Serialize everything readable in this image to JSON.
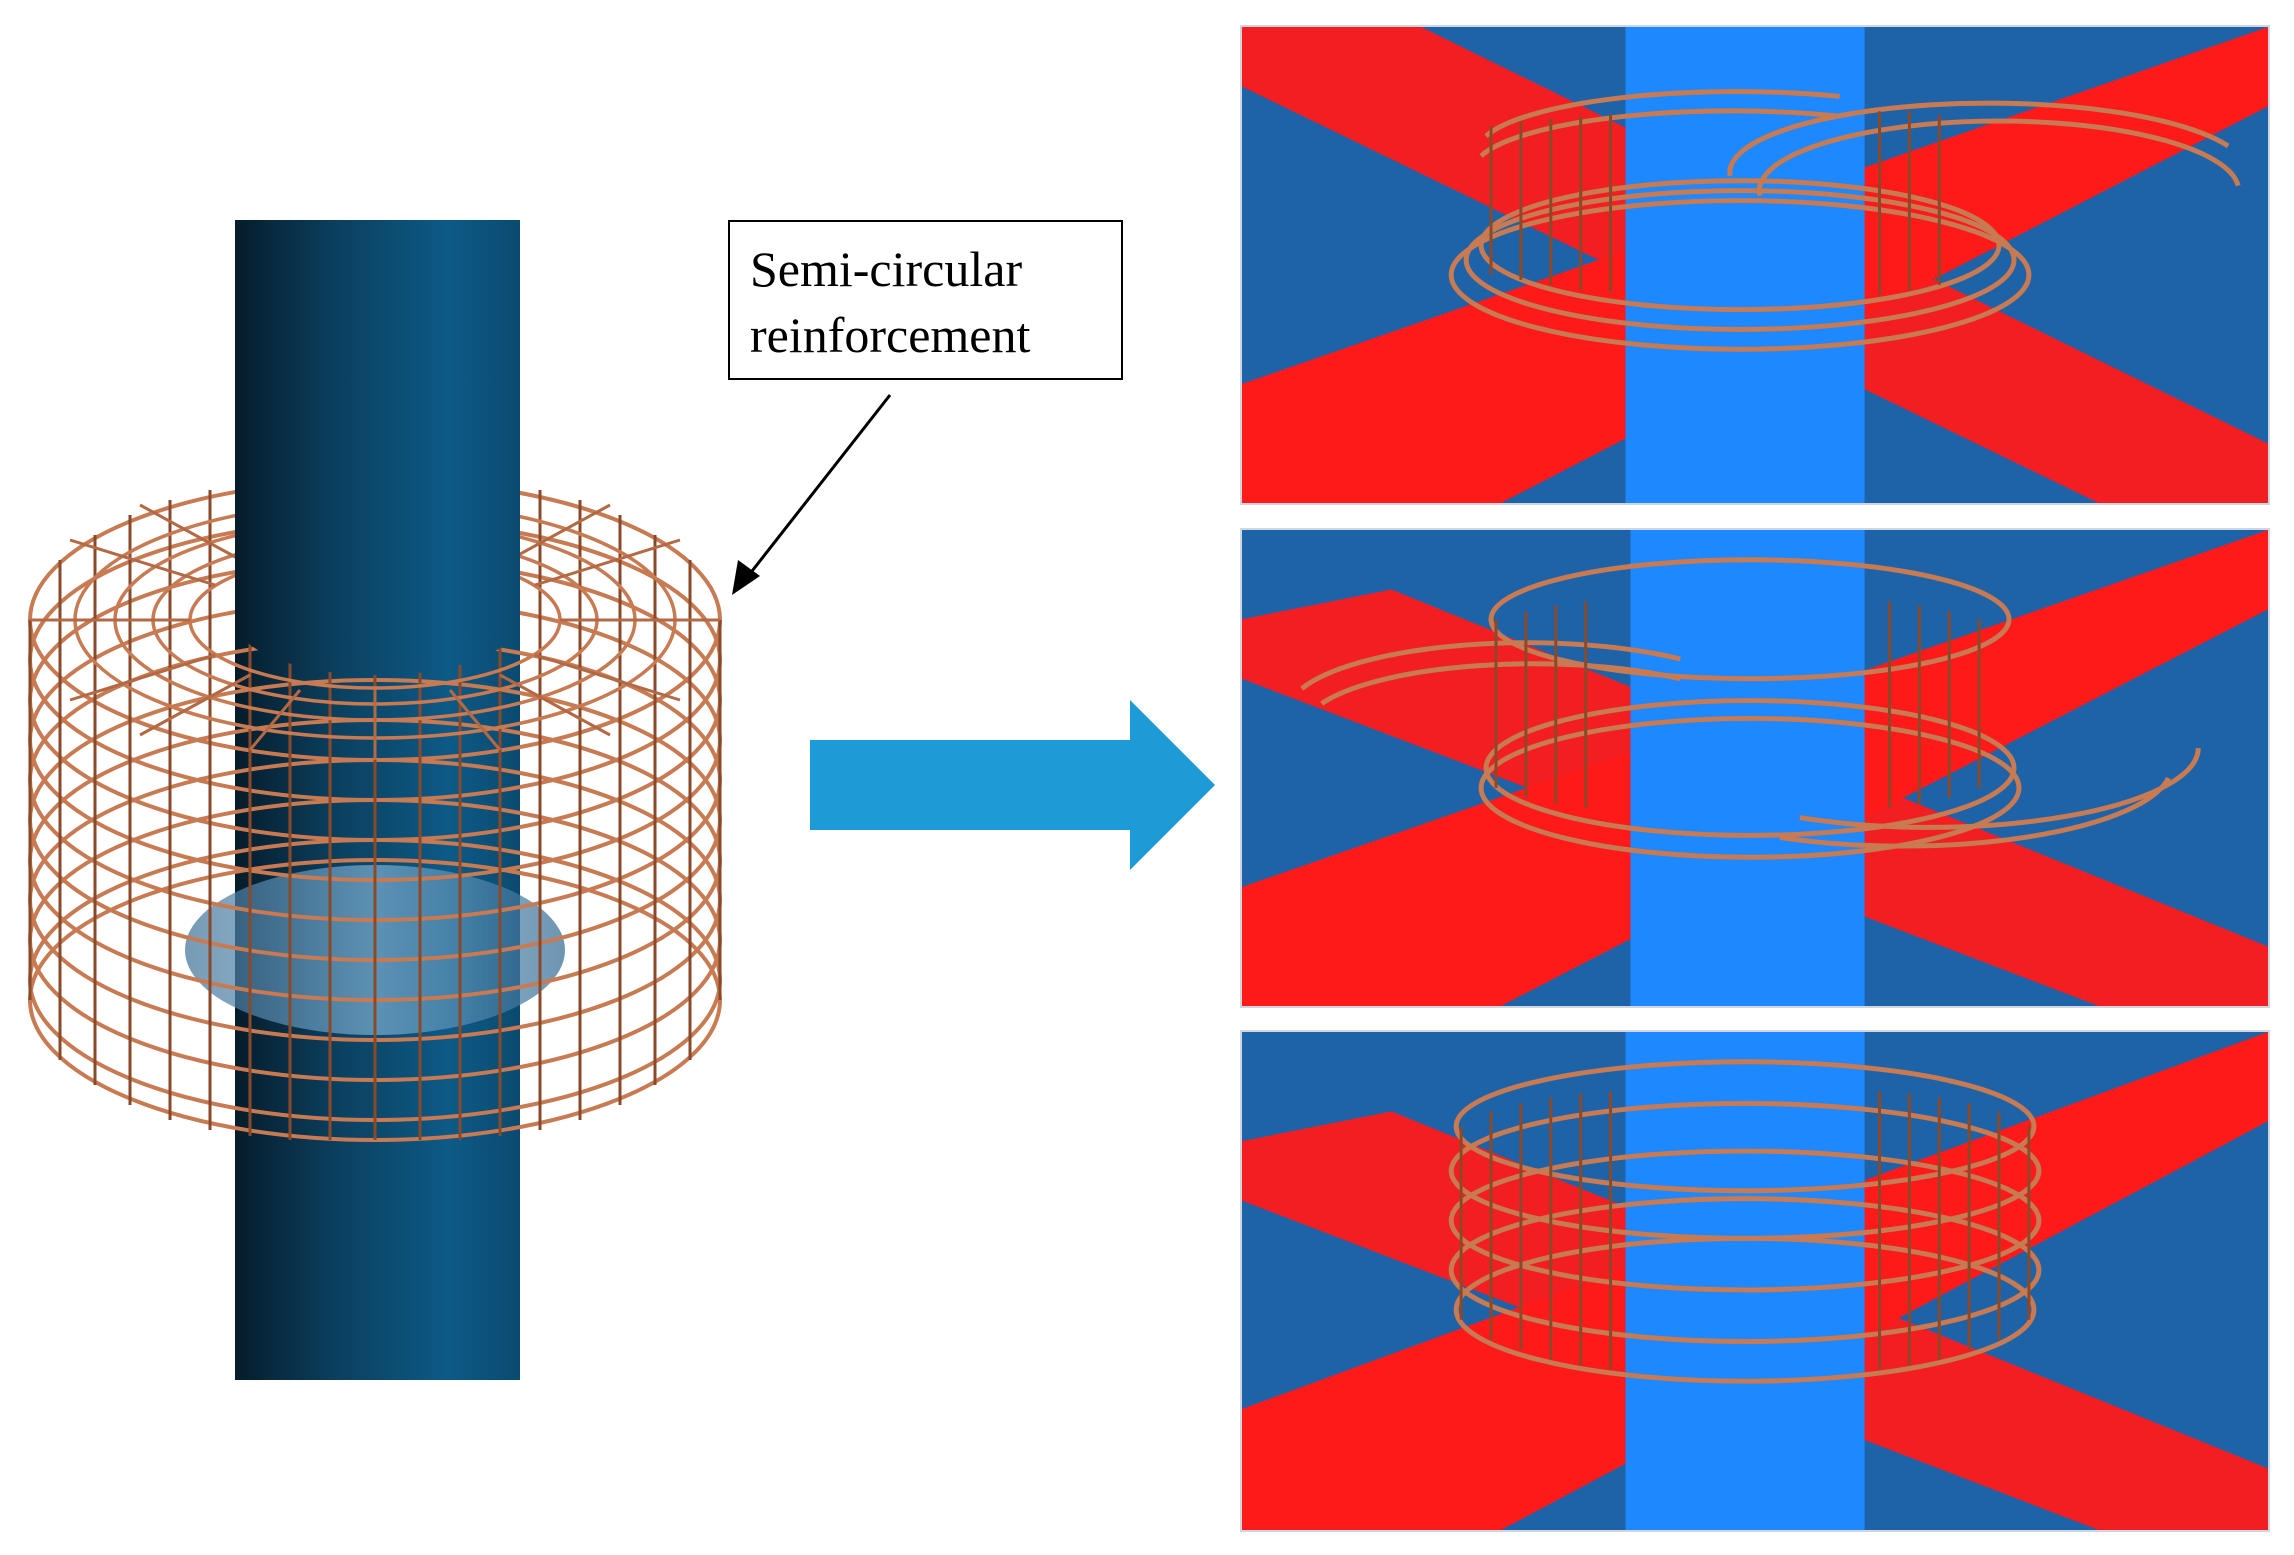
{
  "annotation": {
    "label_line1": "Semi-circular",
    "label_line2": "reinforcement"
  },
  "colors": {
    "column_dark": "#0a2a3f",
    "column_mid": "#0b5c87",
    "rebar": "#c87a52",
    "rebar_dark": "#7a3f22",
    "panel_bg": "#1e63a8",
    "slab_red": "#ff1a1a",
    "panel_column": "#1e88ff",
    "arrow": "#1e9ad6"
  },
  "panels": [
    {
      "id": "stage-1"
    },
    {
      "id": "stage-2"
    },
    {
      "id": "stage-3"
    }
  ]
}
